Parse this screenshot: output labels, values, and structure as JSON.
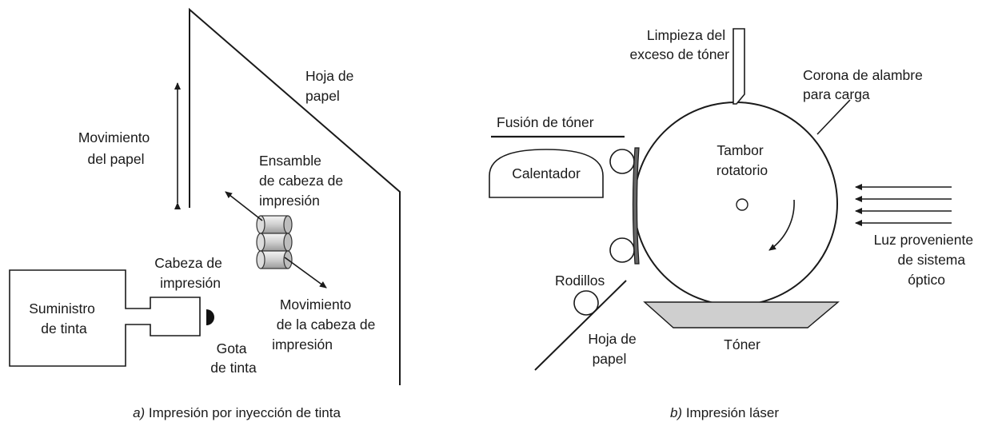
{
  "panel_a": {
    "paper_label": [
      "Hoja de",
      "papel"
    ],
    "movement_label": [
      "Movimiento",
      "del papel"
    ],
    "assembly_label": [
      "Ensamble",
      "de cabeza de",
      "impresión"
    ],
    "head_label": [
      "Cabeza de",
      "impresión"
    ],
    "supply_label": [
      "Suministro",
      "de tinta"
    ],
    "drop_label": [
      "Gota",
      "de tinta"
    ],
    "head_movement_label": [
      "Movimiento",
      "de la cabeza de",
      "impresión"
    ],
    "caption_letter": "a)",
    "caption_text": " Impresión por inyección de tinta"
  },
  "panel_b": {
    "cleaning_label": [
      "Limpieza del",
      "exceso de tóner"
    ],
    "corona_label": [
      "Corona de alambre",
      "para carga"
    ],
    "fusion_label": "Fusión de tóner",
    "heater_label": "Calentador",
    "drum_label": [
      "Tambor",
      "rotatorio"
    ],
    "light_label": [
      "Luz proveniente",
      "de sistema",
      "óptico"
    ],
    "rollers_label": "Rodillos",
    "paper_label": [
      "Hoja de",
      "papel"
    ],
    "toner_label": "Tóner",
    "caption_letter": "b)",
    "caption_text": " Impresión láser"
  }
}
